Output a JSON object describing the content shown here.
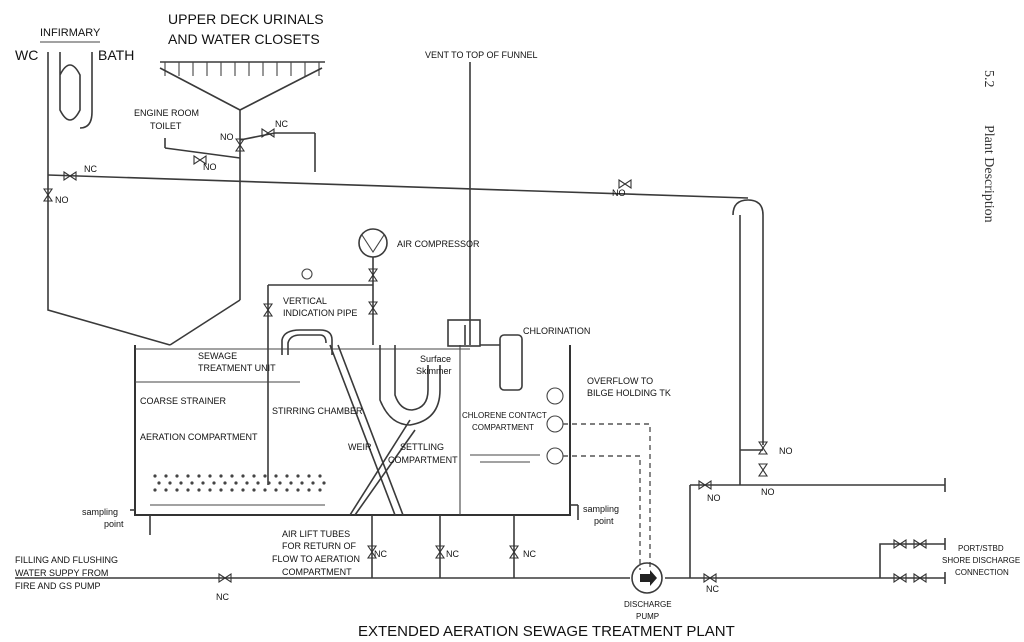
{
  "diagram": {
    "title": "EXTENDED AERATION SEWAGE TREATMENT PLANT",
    "side_heading": {
      "number": "5.2",
      "text": "Plant Description"
    },
    "labels": {
      "infirmary": "INFIRMARY",
      "wc": "WC",
      "bath": "BATH",
      "upper_deck_1": "UPPER DECK URINALS",
      "upper_deck_2": "AND WATER CLOSETS",
      "vent": "VENT TO TOP OF FUNNEL",
      "engine_room_1": "ENGINE ROOM",
      "engine_room_2": "TOILET",
      "air_compressor": "AIR COMPRESSOR",
      "vertical_pipe_1": "VERTICAL",
      "vertical_pipe_2": "INDICATION PIPE",
      "chlorination": "CHLORINATION",
      "sewage_unit_1": "SEWAGE",
      "sewage_unit_2": "TREATMENT UNIT",
      "surface_1": "Surface",
      "surface_2": "Skimmer",
      "overflow_1": "OVERFLOW TO",
      "overflow_2": "BILGE HOLDING TK",
      "coarse_strainer": "COARSE STRAINER",
      "stirring": "STIRRING CHAMBER",
      "chlorene_1": "CHLORENE CONTACT",
      "chlorene_2": "COMPARTMENT",
      "aeration": "AERATION COMPARTMENT",
      "weir": "WEIR",
      "settling_1": "SETTLING",
      "settling_2": "COMPARTMENT",
      "sampling_left_1": "sampling",
      "sampling_left_2": "point",
      "sampling_right_1": "sampling",
      "sampling_right_2": "point",
      "air_lift_1": "AIR LIFT TUBES",
      "air_lift_2": "FOR RETURN OF",
      "air_lift_3": "FLOW TO AERATION",
      "air_lift_4": "COMPARTMENT",
      "filling_1": "FILLING AND FLUSHING",
      "filling_2": "WATER SUPPY FROM",
      "filling_3": "FIRE AND GS PUMP",
      "discharge_1": "DISCHARGE",
      "discharge_2": "PUMP",
      "port_1": "PORT/STBD",
      "port_2": "SHORE DISCHARGE",
      "port_3": "CONNECTION",
      "no": "NO",
      "nc": "NC"
    }
  }
}
